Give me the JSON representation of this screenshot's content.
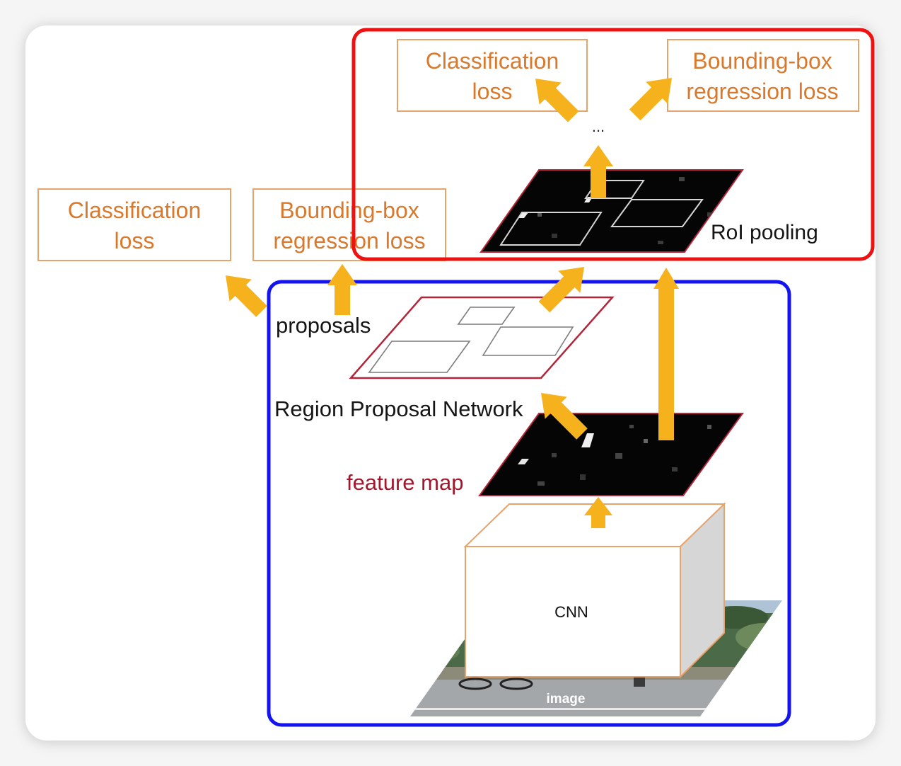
{
  "colors": {
    "label_orange": "#d8792e",
    "box_border": "#e5a36d",
    "arrow_gold": "#f5b21c",
    "highlight_red": "#ee1111",
    "highlight_blue": "#1414ee",
    "feature_map_label": "#a3162b",
    "plane_outline": "#b3263a"
  },
  "roi_head": {
    "classification_loss": {
      "line1": "Classification",
      "line2": "loss"
    },
    "bbox_regression_loss": {
      "line1": "Bounding-box",
      "line2": "regression loss"
    },
    "ellipsis": "...",
    "roi_pooling_label": "RoI pooling"
  },
  "rpn_head": {
    "classification_loss": {
      "line1": "Classification",
      "line2": "loss"
    },
    "bbox_regression_loss": {
      "line1": "Bounding-box",
      "line2": "regression loss"
    },
    "proposals_label": "proposals",
    "rpn_label": "Region Proposal Network"
  },
  "backbone": {
    "feature_map_label": "feature map",
    "cnn_label": "CNN",
    "image_label": "image"
  }
}
